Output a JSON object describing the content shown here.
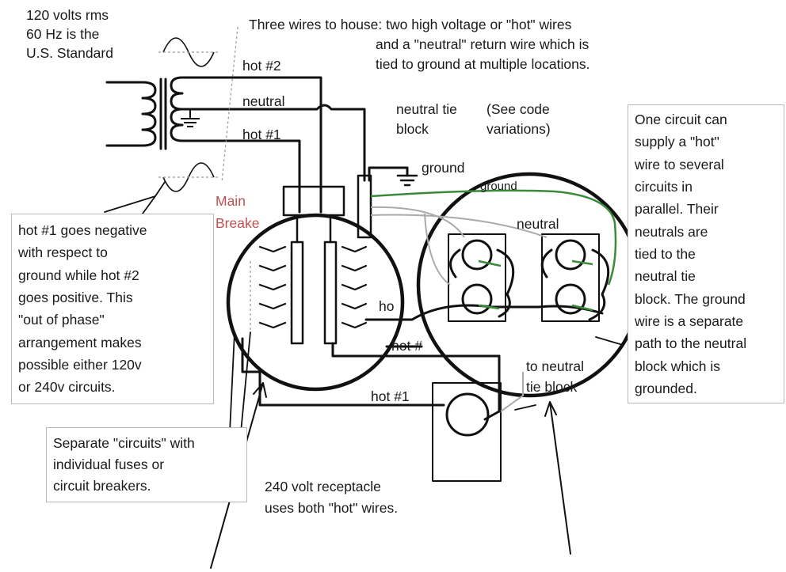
{
  "colors": {
    "ground_wire": "#3a8a3a",
    "label_red": "#c0504d",
    "ink": "#111111"
  },
  "header": {
    "standard_lines": [
      "120 volts rms",
      "60 Hz is the",
      "U.S. Standard"
    ],
    "three_wires_lines": [
      "Three wires to house: two high voltage or \"hot\" wires",
      "and a \"neutral\" return wire which is",
      "tied to ground at multiple locations."
    ]
  },
  "wires": {
    "hot2": "hot #2",
    "neutral": "neutral",
    "hot1": "hot #1",
    "neutral_tie_lines": [
      "neutral tie",
      "block"
    ],
    "code_note_lines": [
      "(See code",
      "variations)"
    ],
    "ground": "ground",
    "ground_panel": "ground",
    "neutral_panel": "neutral",
    "ho": "ho",
    "hot_partial": "hot #",
    "hot1_lower": "hot #1",
    "to_neutral_lines": [
      "to neutral",
      "tie block"
    ]
  },
  "main_breaker_lines": [
    "Main",
    "Breake"
  ],
  "notes": {
    "phase_lines": [
      "hot #1 goes negative",
      "with respect to",
      "ground while hot #2",
      "goes positive. This",
      "\"out of phase\"",
      "arrangement makes",
      "possible either 120v",
      "or 240v circuits."
    ],
    "circuit_lines": [
      "One circuit can",
      "supply a \"hot\"",
      "wire to several",
      "circuits in",
      "parallel. Their",
      "neutrals are",
      "tied to the",
      "neutral tie",
      "block. The ground",
      "wire is a separate",
      "path to the neutral",
      "block which is",
      "grounded."
    ],
    "separate_lines": [
      "Separate \"circuits\" with",
      "individual fuses or",
      "circuit breakers."
    ],
    "receptacle_lines": [
      "240 volt receptacle",
      "uses both \"hot\" wires."
    ]
  }
}
